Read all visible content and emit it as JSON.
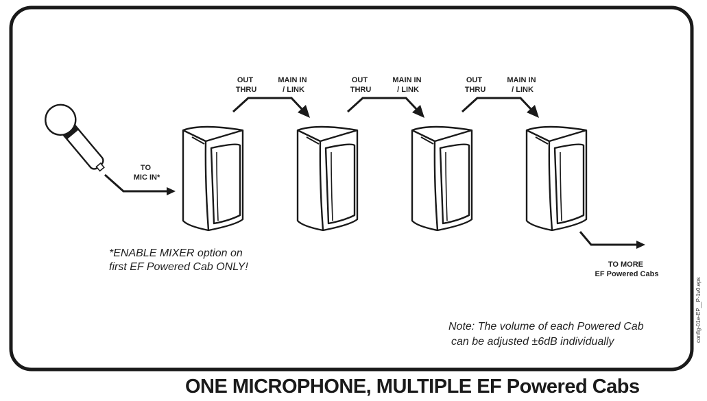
{
  "connections": [
    {
      "out": [
        "OUT",
        "THRU"
      ],
      "in": [
        "MAIN IN",
        "/ LINK"
      ]
    },
    {
      "out": [
        "OUT",
        "THRU"
      ],
      "in": [
        "MAIN IN",
        "/ LINK"
      ]
    },
    {
      "out": [
        "OUT",
        "THRU"
      ],
      "in": [
        "MAIN IN",
        "/ LINK"
      ]
    }
  ],
  "mic_label": [
    "TO",
    "MIC IN*"
  ],
  "more_label": [
    "TO MORE",
    "EF Powered Cabs"
  ],
  "enable_note": [
    "*ENABLE MIXER option on",
    "first EF Powered Cab ONLY!"
  ],
  "volume_note": [
    "Note: The volume of each Powered Cab",
    "can be adjusted ±6dB individually"
  ],
  "title": "ONE MICROPHONE, MULTIPLE EF Powered Cabs",
  "file_code": "config-01e-EP__P-1v0.eps",
  "speaker_count": 4
}
